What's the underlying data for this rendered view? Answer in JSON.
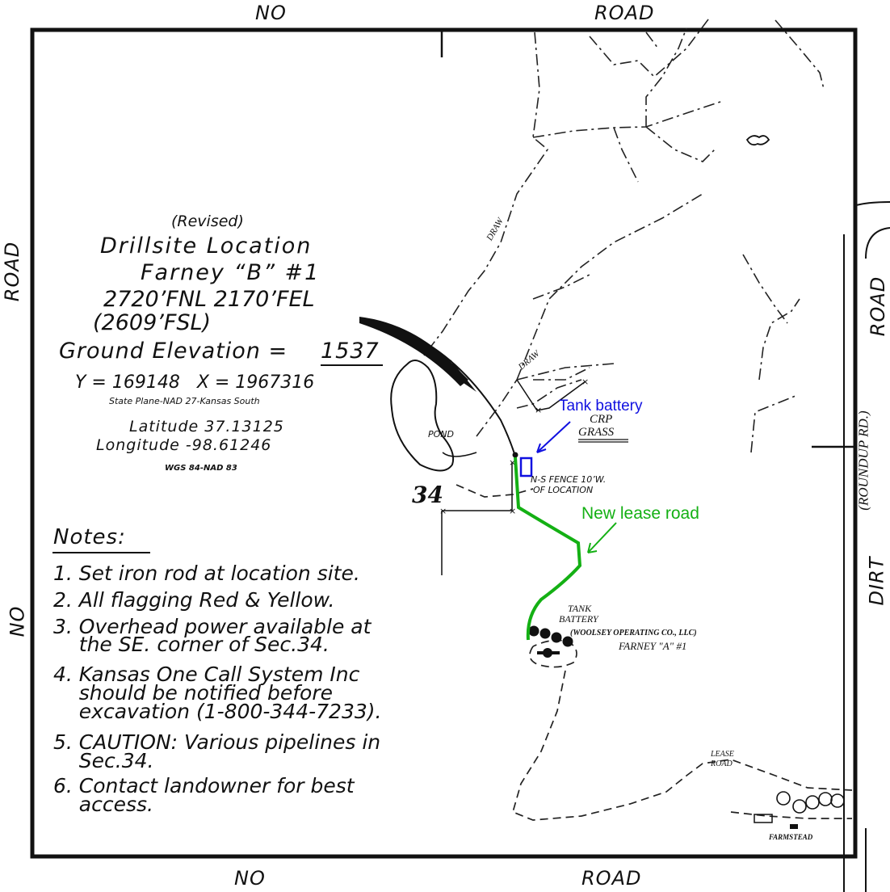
{
  "roads": {
    "top_left": "NO",
    "top_right": "ROAD",
    "bottom_left": "NO",
    "bottom_right": "ROAD",
    "left_top": "ROAD",
    "left_bottom": "NO",
    "right_road": "ROAD",
    "right_roundup": "(ROUNDUP RD.)",
    "right_dirt": "DIRT"
  },
  "drillsite": {
    "revised": "(Revised)",
    "title": "Drillsite Location",
    "well": "Farney “B” #1",
    "footage": "2720’FNL 2170’FEL",
    "fsl": "(2609’FSL)",
    "elevation_label": "Ground Elevation = ",
    "elevation_value": "1537",
    "coords": "Y = 169148   X = 1967316",
    "plane": "State Plane-NAD 27-Kansas South",
    "latitude": "Latitude 37.13125",
    "longitude": "Longitude -98.61246",
    "datum": "WGS 84-NAD 83"
  },
  "section_number": "34",
  "notes": {
    "heading": "Notes:",
    "items": [
      "1. Set iron rod at location site.",
      "2. All flagging Red & Yellow.",
      "3. Overhead power available at",
      "    the SE. corner of Sec.34.",
      "4. Kansas One Call System Inc",
      "    should be notified before",
      "    excavation (1-800-344-7233).",
      "5. CAUTION: Various pipelines in",
      "    Sec.34.",
      "6. Contact landowner for best",
      "    access."
    ]
  },
  "features": {
    "draw_upper": "DRAW",
    "draw_lower": "DRAW",
    "pond": "POND",
    "crp": "CRP",
    "grass": "GRASS",
    "fence_line1": "N-S FENCE 10’W.",
    "fence_line2": "OF LOCATION",
    "tank": "TANK",
    "battery": "BATTERY",
    "operator": "(WOOLSEY OPERATING CO., LLC)",
    "farney_a": "FARNEY \"A\" #1",
    "lease": "LEASE",
    "lease_road": "ROAD",
    "farmstead": "FARMSTEAD"
  },
  "annotations": {
    "tank_battery": "Tank battery",
    "tank_battery_color": "#1010e0",
    "new_lease_road": "New lease road",
    "new_lease_road_color": "#14b014"
  }
}
